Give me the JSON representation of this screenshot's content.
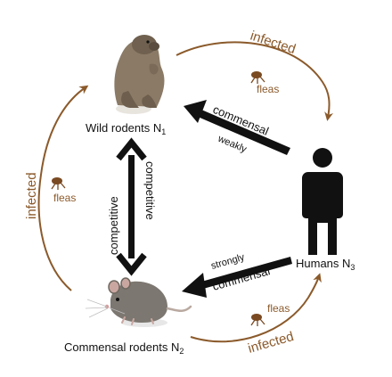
{
  "nodes": {
    "wild_rodents": {
      "label": "Wild rodents N",
      "sub": "1"
    },
    "commensal_rodents": {
      "label": "Commensal rodents N",
      "sub": "2"
    },
    "humans": {
      "label": "Humans N",
      "sub": "3"
    }
  },
  "relations": {
    "wild_humans": {
      "top": "commensal",
      "bottom": "weakly"
    },
    "commensal_humans": {
      "top": "strongly",
      "bottom": "commensal"
    },
    "wild_commensal": {
      "label": "competitive",
      "label_mirrored": "competitive"
    }
  },
  "infection": {
    "label": "infected",
    "vector": "fleas"
  },
  "colors": {
    "infection_arrow": "#8b5a2b",
    "black_arrow": "#111111"
  }
}
